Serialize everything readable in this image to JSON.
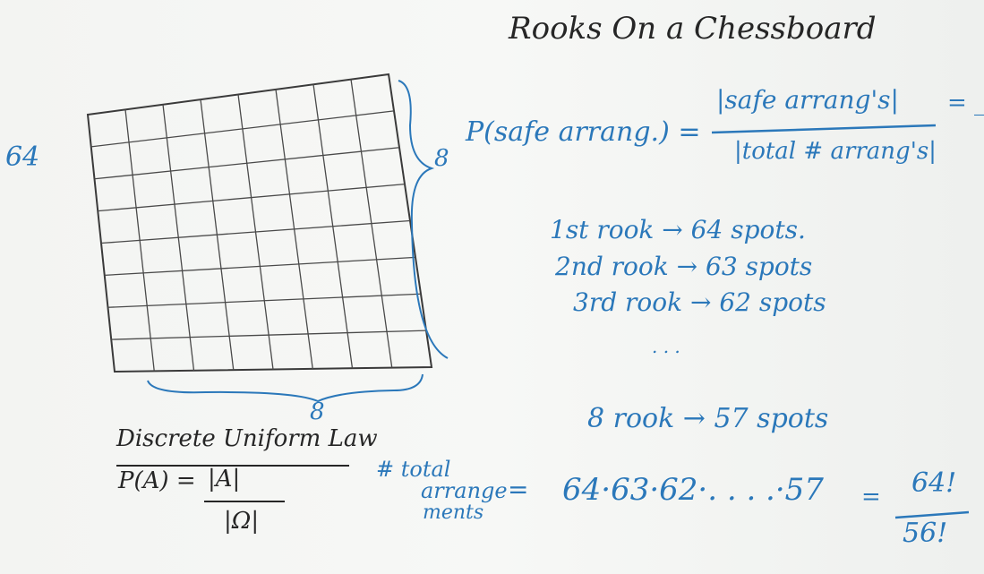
{
  "title": "Rooks On a Chessboard",
  "board": {
    "rows": 8,
    "cols": 8,
    "side_label": "8",
    "bottom_label": "8",
    "left_label": "64"
  },
  "probability": {
    "lhs": "P(safe arrang.) =",
    "numerator": "|safe arrang's|",
    "denominator": "|total # arrang's|",
    "trailing": "= _"
  },
  "steps": [
    "1st rook → 64 spots.",
    "2nd rook → 63 spots",
    "3rd rook → 62 spots"
  ],
  "ellipsis": ". . .",
  "last_step": "8 rook → 57 spots",
  "law": {
    "title": "Discrete Uniform Law",
    "lhs": "P(A) =",
    "numerator": "|A|",
    "denominator": "|Ω|"
  },
  "total": {
    "label_line1": "# total",
    "label_line2": "arrange",
    "label_line3": "ments",
    "equals": "=",
    "product": "64·63·62·. . . .·57",
    "equals2": "=",
    "fraction_num": "64!",
    "fraction_den": "56!"
  },
  "colors": {
    "ink_blue": "#2b78ba",
    "ink_black": "#262626",
    "board_bg": "#f5f6f4"
  }
}
